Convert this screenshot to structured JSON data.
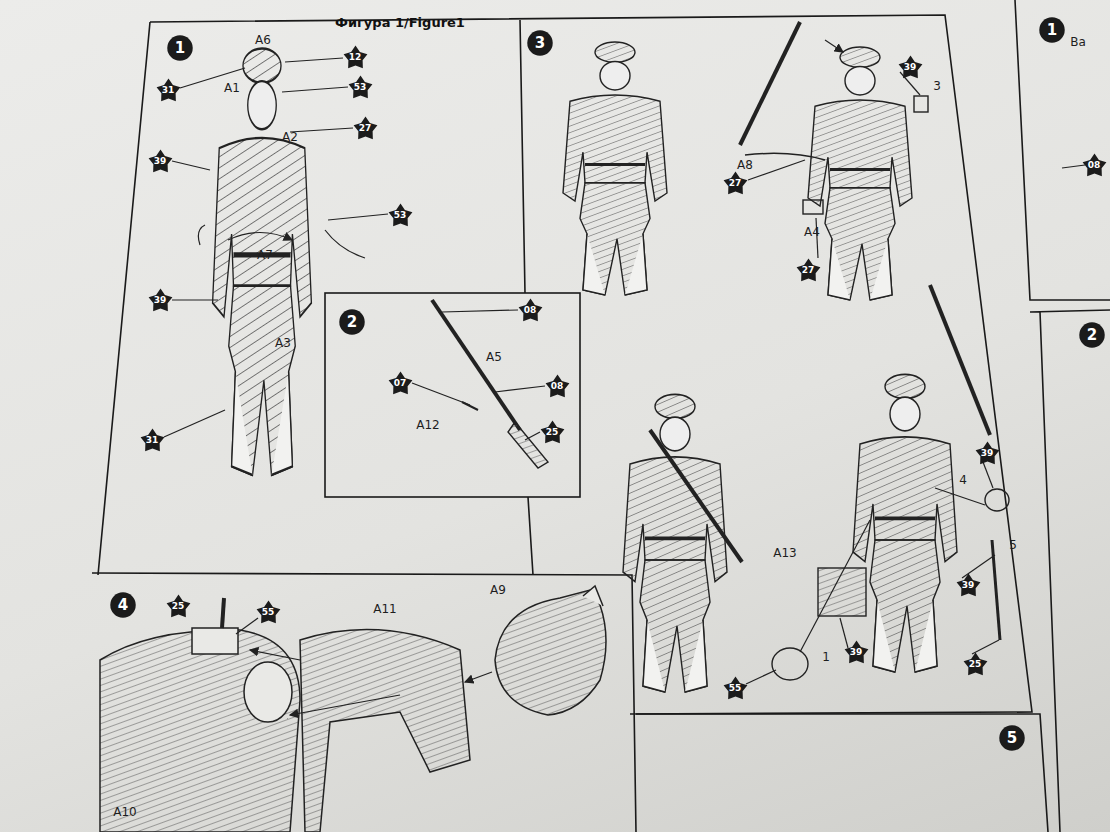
{
  "diagram": {
    "title": "Фигура 1/Figure1",
    "nodes": [
      {
        "text": [
          "1"
        ]
      },
      {
        "text": [
          "12"
        ]
      },
      {
        "text": [
          "31"
        ]
      },
      {
        "text": [
          "53"
        ]
      },
      {
        "text": [
          "27"
        ]
      },
      {
        "text": [
          "39"
        ]
      },
      {
        "text": [
          "53"
        ]
      },
      {
        "text": [
          "39"
        ]
      },
      {
        "text": [
          "31"
        ]
      },
      {
        "text": [
          "3"
        ]
      },
      {
        "text": [
          "39"
        ]
      },
      {
        "text": [
          "27"
        ]
      },
      {
        "text": [
          "27"
        ]
      },
      {
        "text": [
          "2"
        ]
      },
      {
        "text": [
          "08"
        ]
      },
      {
        "text": [
          "07"
        ]
      },
      {
        "text": [
          "08"
        ]
      },
      {
        "text": [
          "25"
        ]
      },
      {
        "text": [
          "39"
        ]
      },
      {
        "text": [
          "39"
        ]
      },
      {
        "text": [
          "39"
        ]
      },
      {
        "text": [
          "25"
        ]
      },
      {
        "text": [
          "55"
        ]
      },
      {
        "text": [
          "4"
        ]
      },
      {
        "text": [
          "25"
        ]
      },
      {
        "text": [
          "55"
        ]
      },
      {
        "text": [
          "5"
        ]
      },
      {
        "text": [
          "1"
        ]
      },
      {
        "text": [
          "08"
        ]
      },
      {
        "text": [
          "2"
        ]
      }
    ],
    "labels": [
      "A6",
      "A1",
      "A2",
      "A7",
      "A3",
      "A5",
      "A12",
      "A8",
      "3",
      "A4",
      "4",
      "5",
      "A13",
      "1",
      "A11",
      "A9",
      "A10",
      "Ba"
    ]
  }
}
